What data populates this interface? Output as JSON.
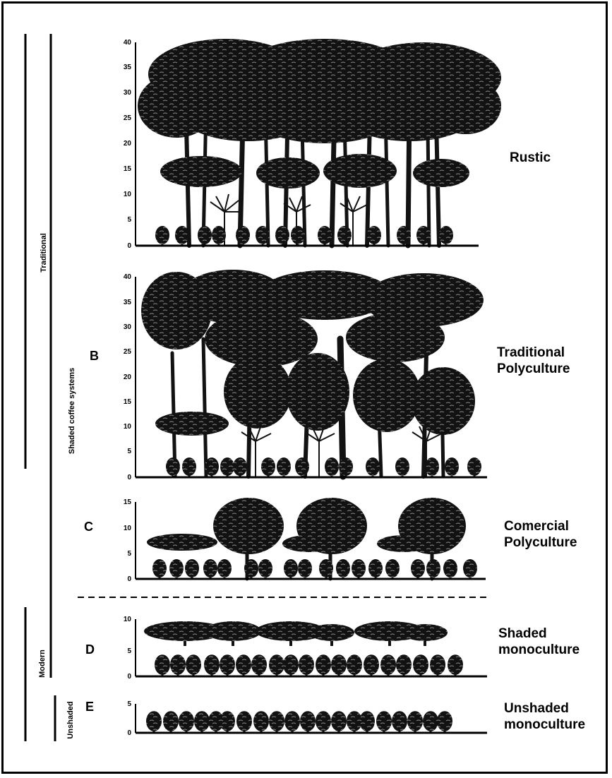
{
  "colors": {
    "canopy": "#121212",
    "background": "#ffffff",
    "line": "#000000"
  },
  "left_labels": {
    "traditional": "Traditional",
    "shaded_systems": "Shaded coffee systems",
    "modern": "Modern",
    "unshaded": "Unshaded"
  },
  "panels": [
    {
      "id": "rustic",
      "letter": "",
      "title_lines": [
        "Rustic"
      ],
      "height_ticks": [
        0,
        5,
        10,
        15,
        20,
        25,
        30,
        35,
        40
      ]
    },
    {
      "id": "traditional-polyculture",
      "letter": "B",
      "title_lines": [
        "Traditional",
        "Polyculture"
      ],
      "height_ticks": [
        0,
        5,
        10,
        15,
        20,
        25,
        30,
        35,
        40
      ]
    },
    {
      "id": "commercial-polyculture",
      "letter": "C",
      "title_lines": [
        "Comercial",
        "Polyculture"
      ],
      "height_ticks": [
        0,
        5,
        10,
        15
      ]
    },
    {
      "id": "shaded-monoculture",
      "letter": "D",
      "title_lines": [
        "Shaded",
        "monoculture"
      ],
      "height_ticks": [
        0,
        5,
        10
      ]
    },
    {
      "id": "unshaded-monoculture",
      "letter": "E",
      "title_lines": [
        "Unshaded",
        "monoculture"
      ],
      "height_ticks": [
        0,
        5
      ]
    }
  ]
}
